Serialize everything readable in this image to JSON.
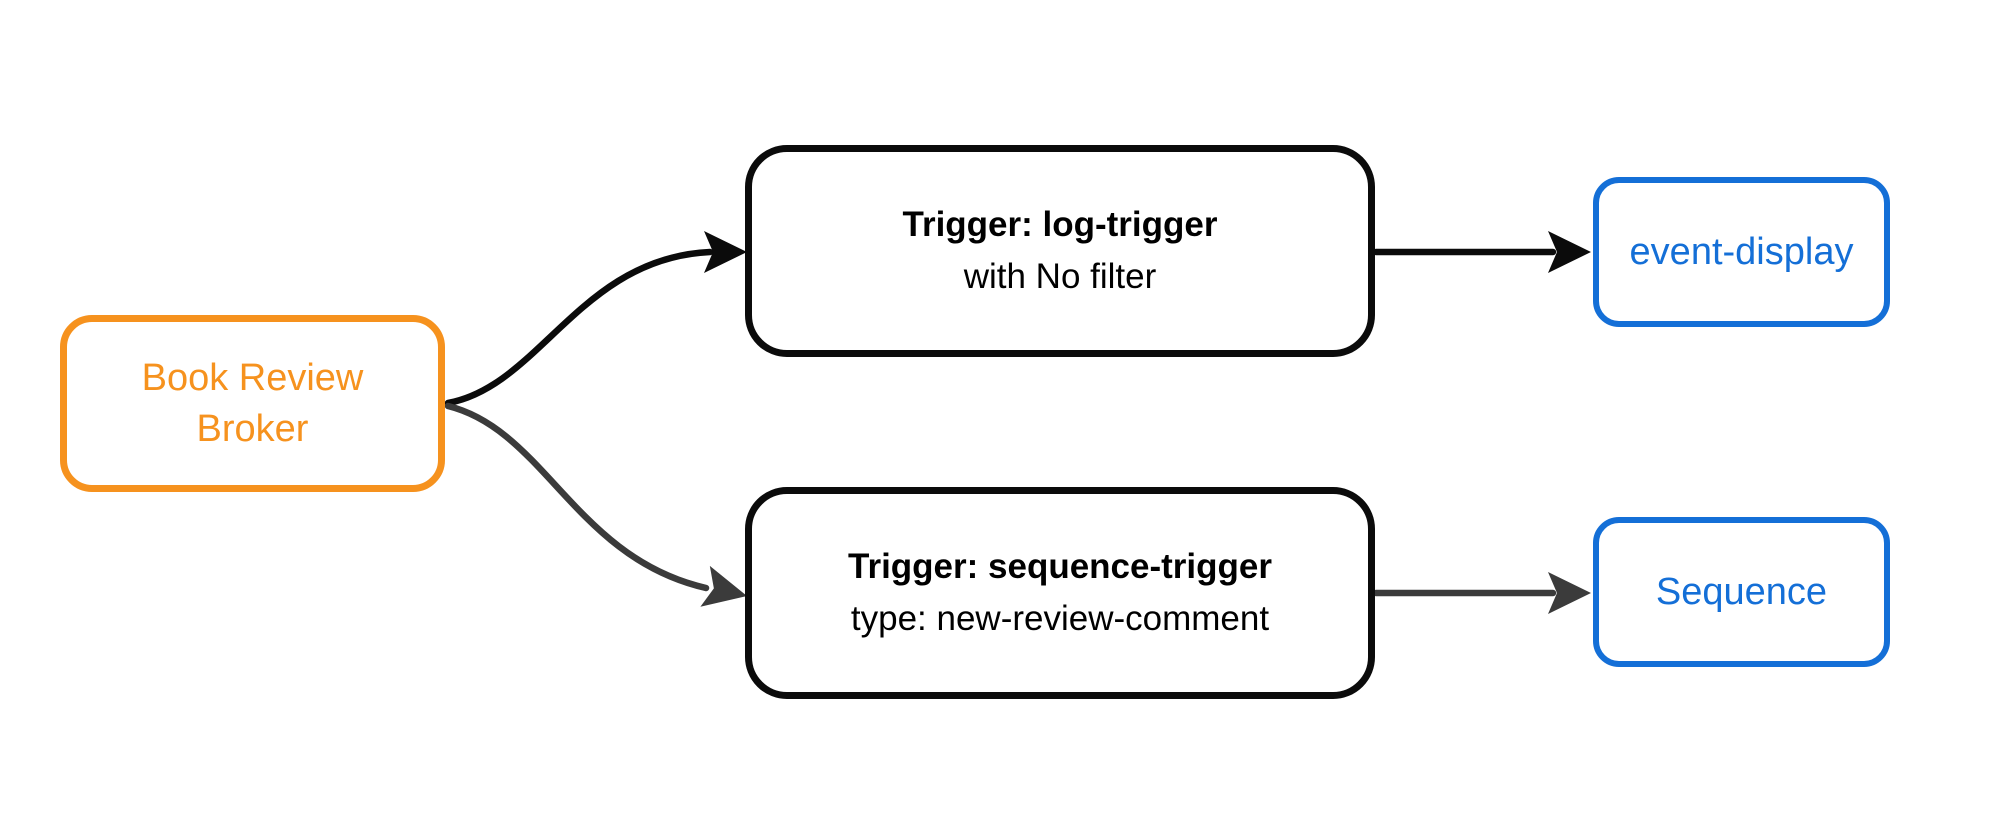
{
  "colors": {
    "background": "#FFFFFF",
    "broker_orange": "#F6921E",
    "service_blue": "#146FD7",
    "edge_black": "#0B0B0B",
    "edge_gray": "#3B3B3B",
    "node_text_black": "#000000"
  },
  "nodes": {
    "broker": {
      "line1": "Book Review",
      "line2": "Broker"
    },
    "log_trigger": {
      "title": "Trigger: log-trigger",
      "subtitle": "with No filter"
    },
    "sequence_trigger": {
      "title": "Trigger: sequence-trigger",
      "subtitle": "type: new-review-comment"
    },
    "event_display": {
      "label": "event-display"
    },
    "sequence": {
      "label": "Sequence"
    }
  },
  "edges": [
    {
      "from": "Book Review Broker",
      "to": "Trigger: log-trigger",
      "color": "#0B0B0B",
      "style": "curved"
    },
    {
      "from": "Book Review Broker",
      "to": "Trigger: sequence-trigger",
      "color": "#3B3B3B",
      "style": "curved"
    },
    {
      "from": "Trigger: log-trigger",
      "to": "event-display",
      "color": "#0B0B0B",
      "style": "straight"
    },
    {
      "from": "Trigger: sequence-trigger",
      "to": "Sequence",
      "color": "#3B3B3B",
      "style": "straight"
    }
  ]
}
